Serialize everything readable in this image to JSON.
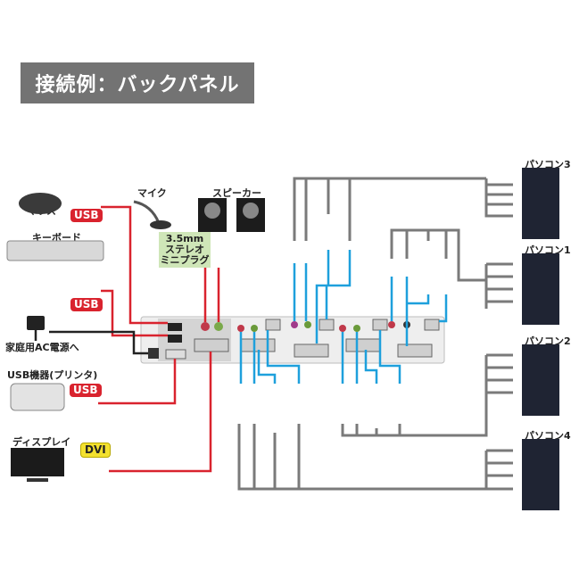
{
  "title": "接続例：バックパネル",
  "peripherals": {
    "mouse": {
      "label": "マウス",
      "connector": "USB"
    },
    "keyboard": {
      "label": "キーボード",
      "connector": "USB"
    },
    "power": {
      "label": "家庭用AC電源へ"
    },
    "printer": {
      "label": "USB機器(プリンタ)",
      "connector": "USB"
    },
    "display": {
      "label": "ディスプレイ",
      "connector": "DVI"
    },
    "microphone": {
      "label": "マイク"
    },
    "speaker": {
      "label": "スピーカー"
    },
    "audio_plug_note": [
      "3.5mm",
      "ステレオ",
      "ミニプラグ"
    ]
  },
  "computers": [
    {
      "label": "パソコン3"
    },
    {
      "label": "パソコン1"
    },
    {
      "label": "パソコン2"
    },
    {
      "label": "パソコン4"
    }
  ],
  "colors": {
    "console_line": "#d9232e",
    "pc_line": "#1ea0dc",
    "cable_gray": "#7a7a7a",
    "title_bg": "#737373",
    "audio_pink": "#e8b4cc",
    "audio_green": "#b4d68a"
  }
}
